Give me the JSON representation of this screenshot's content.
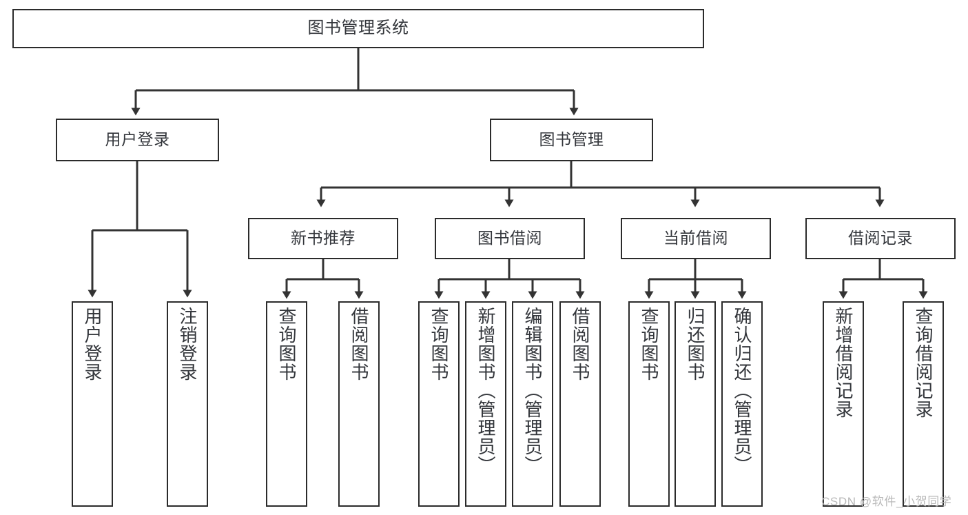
{
  "diagram": {
    "title": "图书管理系统",
    "type": "tree",
    "watermark": "CSDN @软件_小贺同学",
    "colors": {
      "box_border": "#2b2b2b",
      "box_fill": "#ffffff",
      "text": "#33363b",
      "connector": "#333333",
      "watermark": "#b9b9b9",
      "background": "#ffffff"
    },
    "levels": {
      "root": {
        "label": "图书管理系统"
      },
      "level2": [
        {
          "label": "用户登录"
        },
        {
          "label": "图书管理"
        }
      ],
      "level3": [
        {
          "label": "新书推荐"
        },
        {
          "label": "图书借阅"
        },
        {
          "label": "当前借阅"
        },
        {
          "label": "借阅记录"
        }
      ]
    },
    "groups": [
      {
        "parent": "用户登录",
        "leaves": [
          {
            "label": "用户登录"
          },
          {
            "label": "注销登录"
          }
        ]
      },
      {
        "parent": "新书推荐",
        "leaves": [
          {
            "label": "查询图书"
          },
          {
            "label": "借阅图书"
          }
        ]
      },
      {
        "parent": "图书借阅",
        "leaves": [
          {
            "label": "查询图书"
          },
          {
            "label": "新增图书（管理员）"
          },
          {
            "label": "编辑图书（管理员）"
          },
          {
            "label": "借阅图书"
          }
        ]
      },
      {
        "parent": "当前借阅",
        "leaves": [
          {
            "label": "查询图书"
          },
          {
            "label": "归还图书"
          },
          {
            "label": "确认归还（管理员）"
          }
        ]
      },
      {
        "parent": "借阅记录",
        "leaves": [
          {
            "label": "新增借阅记录"
          },
          {
            "label": "查询借阅记录"
          }
        ]
      }
    ]
  }
}
